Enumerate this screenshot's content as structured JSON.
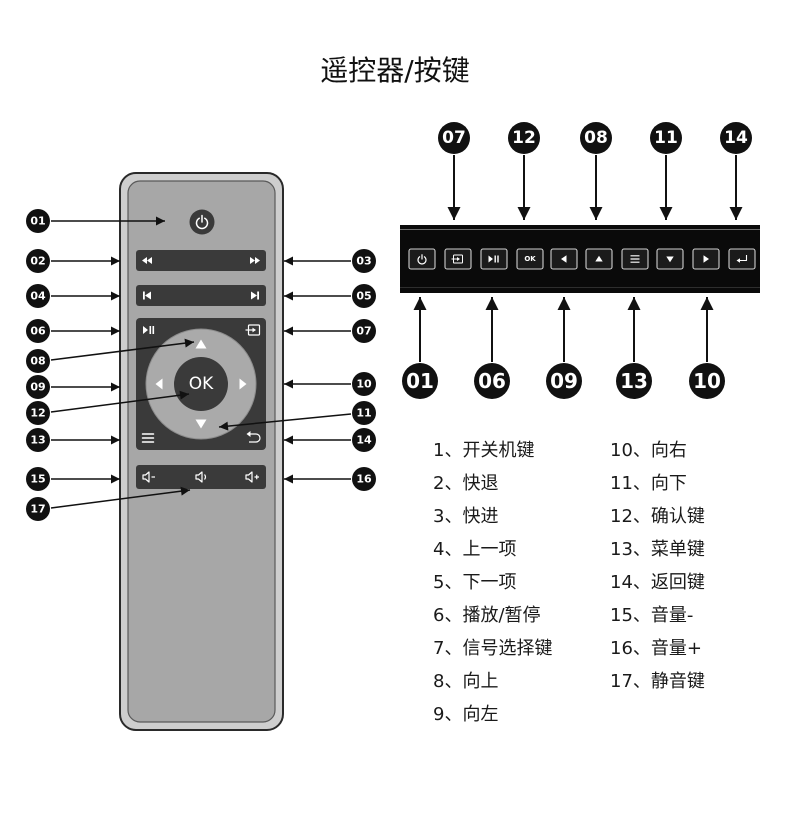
{
  "title": "遥控器/按键",
  "colors": {
    "ink": "#111111",
    "remote_body": "#cecece",
    "remote_face": "#a7a7a7",
    "button_dark": "#3a3a3a",
    "dpad_ring": "#aaaaaa",
    "panel": "#0a0a0a"
  },
  "remote": {
    "ok_label": "OK",
    "button_icons": [
      "power-icon",
      "rewind-icon",
      "fast-forward-icon",
      "previous-icon",
      "next-icon",
      "play-pause-icon",
      "input-source-icon",
      "up-arrow-icon",
      "left-arrow-icon",
      "right-arrow-icon",
      "down-arrow-icon",
      "menu-icon",
      "return-icon",
      "volume-down-icon",
      "mute-icon",
      "volume-up-icon"
    ],
    "callouts_left": [
      "01",
      "02",
      "04",
      "06",
      "08",
      "09",
      "12",
      "13",
      "15",
      "17"
    ],
    "callouts_right": [
      "03",
      "05",
      "07",
      "10",
      "11",
      "14",
      "16"
    ]
  },
  "panel": {
    "ok_label": "OK",
    "button_icons": [
      "power-icon",
      "input-source-icon",
      "play-pause-icon",
      "left-arrow-icon",
      "up-arrow-icon",
      "menu-icon",
      "down-arrow-icon",
      "right-arrow-icon",
      "return-icon"
    ],
    "callouts_top": [
      "07",
      "12",
      "08",
      "11",
      "14"
    ],
    "callouts_bottom": [
      "01",
      "06",
      "09",
      "13",
      "10"
    ]
  },
  "legend": {
    "left": [
      "1、开关机键",
      "2、快退",
      "3、快进",
      "4、上一项",
      "5、下一项",
      "6、播放/暂停",
      "7、信号选择键",
      "8、向上",
      "9、向左"
    ],
    "right": [
      "10、向右",
      "11、向下",
      "12、确认键",
      "13、菜单键",
      "14、返回键",
      "15、音量-",
      "16、音量+",
      "17、静音键"
    ]
  }
}
